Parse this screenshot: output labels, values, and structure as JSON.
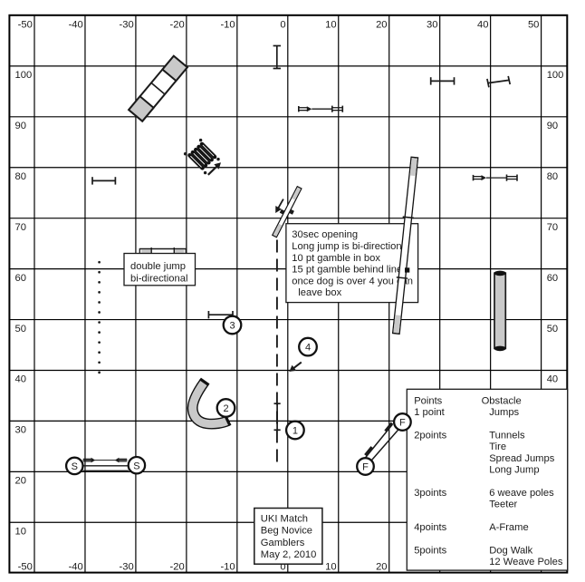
{
  "map": {
    "kind": "dog agility course map"
  },
  "axis": {
    "x_top": [
      "-50",
      "-40",
      "-30",
      "-20",
      "-10",
      "0",
      "10",
      "20",
      "30",
      "40",
      "50"
    ],
    "x_bottom": [
      "-50",
      "-40",
      "-30",
      "-20",
      "-10",
      "0",
      "10",
      "20"
    ],
    "y_left": [
      "100",
      "90",
      "80",
      "70",
      "60",
      "50",
      "40",
      "30",
      "20",
      "10"
    ],
    "y_right": [
      "100",
      "90",
      "80",
      "70",
      "60",
      "50",
      "40"
    ]
  },
  "markers": {
    "obstacle_1": "1",
    "obstacle_2": "2",
    "obstacle_3": "3",
    "obstacle_4": "4",
    "start": "S",
    "finish": "F"
  },
  "notes_box": {
    "lines": [
      "30sec opening",
      "Long jump is bi-directional",
      "10 pt gamble in box",
      "15 pt gamble behind line",
      "once dog is over 4 you can",
      "leave box"
    ]
  },
  "double_jump_label": {
    "lines": [
      "double jump",
      "bi-directional"
    ]
  },
  "event_box": {
    "lines": [
      "UKI Match",
      "Beg Novice",
      "Gamblers",
      "May 2, 2010"
    ]
  },
  "legend": {
    "header": {
      "points": "Points",
      "obstacle": "Obstacle"
    },
    "rows": [
      {
        "points": "1 point",
        "obstacles": [
          "Jumps"
        ]
      },
      {
        "points": "2points",
        "obstacles": [
          "Tunnels",
          "Tire",
          "Spread Jumps",
          "Long Jump"
        ]
      },
      {
        "points": "3points",
        "obstacles": [
          "6 weave poles",
          "Teeter"
        ]
      },
      {
        "points": "4points",
        "obstacles": [
          "A-Frame"
        ]
      },
      {
        "points": "5points",
        "obstacles": [
          "Dog Walk",
          "12 Weave Poles"
        ]
      }
    ]
  },
  "colors": {
    "line": "#1a1a1a",
    "tunnel_fill": "#c9c9c9",
    "contact_fill": "#cbcbcb",
    "background": "#ffffff"
  }
}
